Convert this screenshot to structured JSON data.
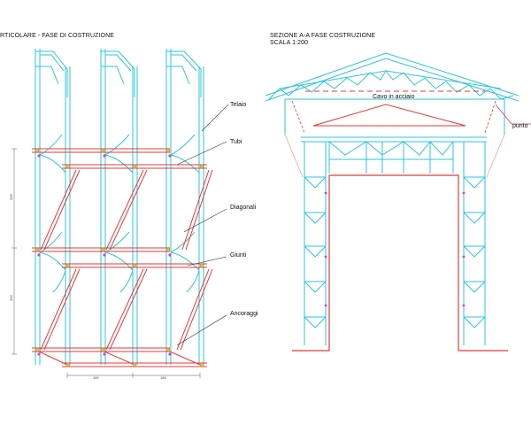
{
  "left_drawing": {
    "title": "RTICOLARE - FASE DI COSTRUZIONE",
    "callouts": [
      "Telaio",
      "Tubi",
      "Diagonali",
      "Giunti",
      "Ancoraggi"
    ],
    "vertical_dims": [
      "200",
      "200"
    ],
    "horizontal_dims": [
      "180",
      "180"
    ]
  },
  "right_drawing": {
    "title_line1": "SEZIONE A-A FASE COSTRUZIONE",
    "title_line2": "SCALA 1:200",
    "cable_label": "Cavo in acciaio",
    "side_label": "punto"
  },
  "colors": {
    "frame": "#2ec4dc",
    "tube": "#e23b3b",
    "joint": "#f0c040",
    "anchor": "#d040d0"
  }
}
